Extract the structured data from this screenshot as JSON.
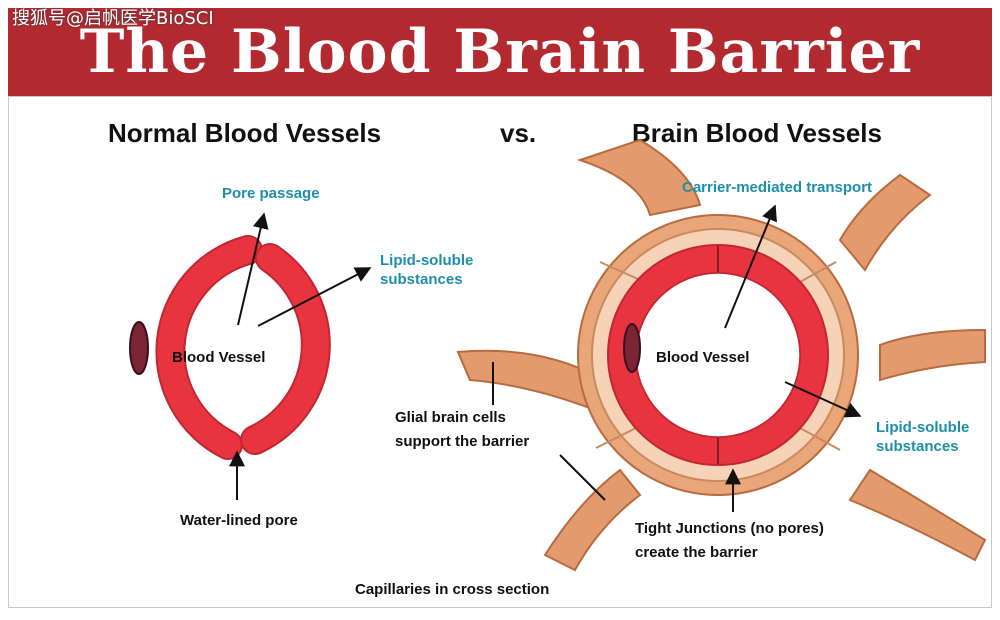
{
  "watermark": "搜狐号@启帆医学BioSCI",
  "title": "The Blood Brain Barrier",
  "headers": {
    "left": "Normal Blood Vessels",
    "vs": "vs.",
    "right": "Brain Blood Vessels"
  },
  "left": {
    "pore_passage": "Pore passage",
    "lipid_line1": "Lipid-soluble",
    "lipid_line2": "substances",
    "vessel": "Blood Vessel",
    "pore": "Water-lined pore"
  },
  "right": {
    "carrier": "Carrier-mediated transport",
    "vessel": "Blood Vessel",
    "glial_line1": "Glial brain cells",
    "glial_line2": "support the barrier",
    "lipid_line1": "Lipid-soluble",
    "lipid_line2": "substances",
    "tight_line1": "Tight Junctions (no pores)",
    "tight_line2": "create the barrier"
  },
  "caption": "Capillaries in cross section",
  "colors": {
    "banner": "#b22a30",
    "vessel": "#e8343f",
    "vessel_edge": "#c22632",
    "glia_dark": "#e39a6c",
    "glia_light": "#f6d2b6",
    "label_blue": "#1e8fa8"
  }
}
